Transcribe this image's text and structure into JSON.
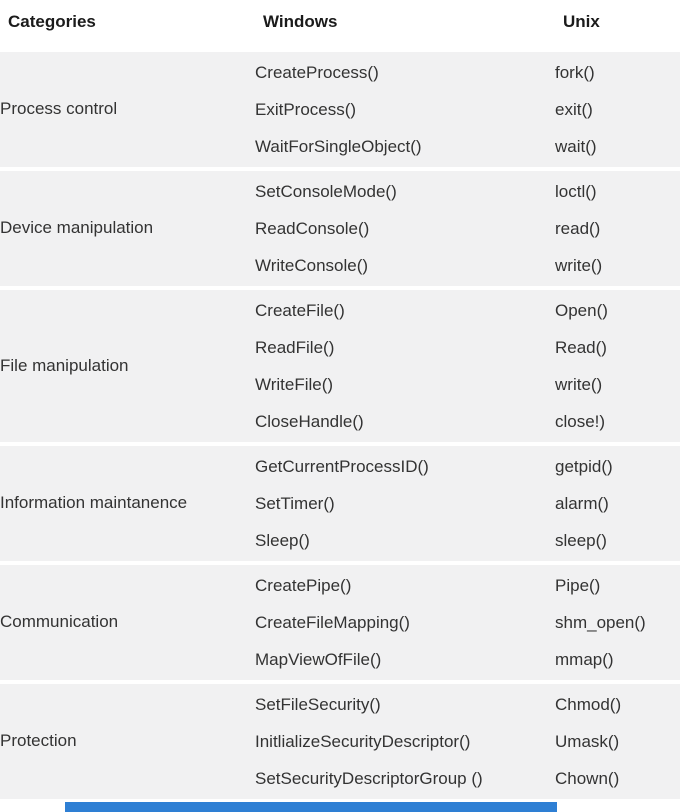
{
  "table": {
    "headers": [
      "Categories",
      "Windows",
      "Unix"
    ],
    "rows": [
      {
        "category": "Process control",
        "windows": [
          "CreateProcess()",
          "ExitProcess()",
          "WaitForSingleObject()"
        ],
        "unix": [
          "fork()",
          "exit()",
          "wait()"
        ]
      },
      {
        "category": "Device manipulation",
        "windows": [
          "SetConsoleMode()",
          "ReadConsole()",
          "WriteConsole()"
        ],
        "unix": [
          "loctl()",
          "read()",
          "write()"
        ]
      },
      {
        "category": "File manipulation",
        "windows": [
          "CreateFile()",
          "ReadFile()",
          "WriteFile()",
          "CloseHandle()"
        ],
        "unix": [
          "Open()",
          "Read()",
          "write()",
          "close!)"
        ]
      },
      {
        "category": "Information maintanence",
        "windows": [
          "GetCurrentProcessID()",
          "SetTimer()",
          "Sleep()"
        ],
        "unix": [
          "getpid()",
          "alarm()",
          "sleep()"
        ]
      },
      {
        "category": "Communication",
        "windows": [
          "CreatePipe()",
          "CreateFileMapping()",
          "MapViewOfFile()"
        ],
        "unix": [
          "Pipe()",
          "shm_open()",
          "mmap()"
        ]
      },
      {
        "category": "Protection",
        "windows": [
          "SetFileSecurity()",
          "InitlializeSecurityDescriptor()",
          "SetSecurityDescriptorGroup ()"
        ],
        "unix": [
          "Chmod()",
          "Umask()",
          "Chown()"
        ]
      }
    ]
  },
  "colors": {
    "row_background": "#f1f1f2",
    "header_text": "#1b1b1b",
    "cell_text": "#333333",
    "accent_bar": "#2e7fd4"
  }
}
